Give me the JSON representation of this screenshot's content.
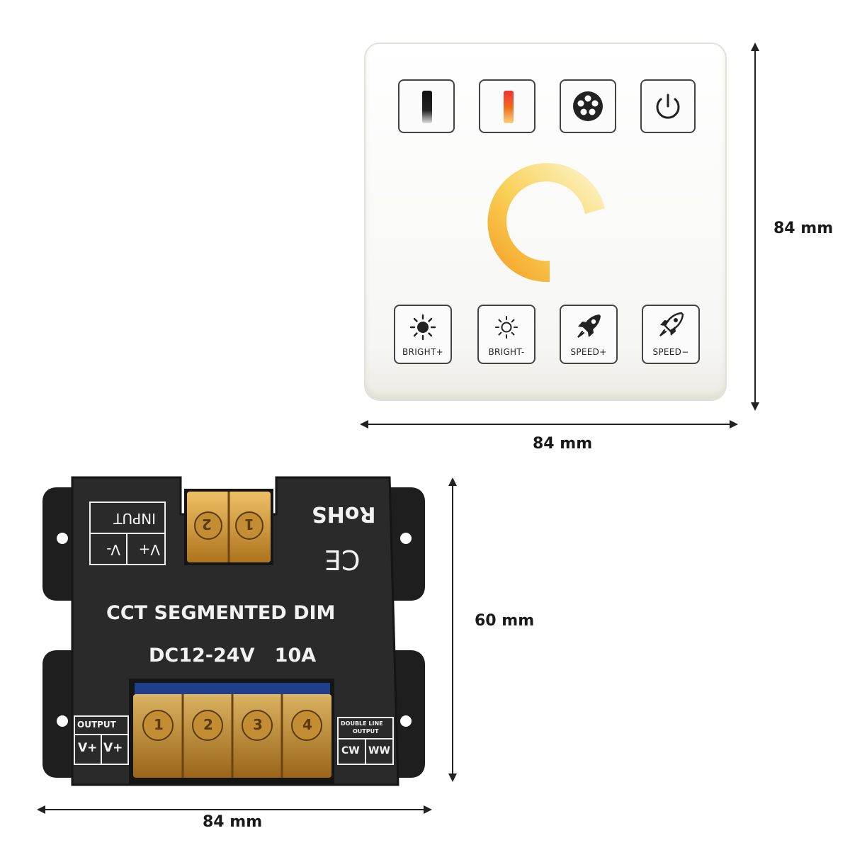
{
  "panel": {
    "top_keys": [
      {
        "name": "cct-white-icon"
      },
      {
        "name": "cct-warm-icon"
      },
      {
        "name": "mode-icon"
      },
      {
        "name": "power-icon"
      }
    ],
    "bottom_keys": [
      {
        "label": "BRIGHT+",
        "icon": "sun-large-icon"
      },
      {
        "label": "BRIGHT-",
        "icon": "sun-small-icon"
      },
      {
        "label": "SPEED+",
        "icon": "rocket-icon"
      },
      {
        "label": "SPEED−",
        "icon": "rocket-icon"
      }
    ],
    "width_label": "84 mm",
    "height_label": "84 mm"
  },
  "controller": {
    "rohs": "RoHS",
    "ce": "CE",
    "input_box": {
      "v_plus": "V+",
      "v_minus": "V-",
      "input": "INPUT"
    },
    "title": "CCT SEGMENTED DIM",
    "spec": "DC12-24V   10A",
    "output_box": {
      "title": "OUTPUT",
      "v1": "V+",
      "v2": "V+"
    },
    "double_box": {
      "line1": "DOUBLE LINE",
      "line2": "OUTPUT",
      "cw": "CW",
      "ww": "WW"
    },
    "input_terminals": [
      "2",
      "1"
    ],
    "output_terminals": [
      "1",
      "2",
      "3",
      "4"
    ],
    "width_label": "84 mm",
    "height_label": "60 mm"
  },
  "colors": {
    "ring_warm": "#f5a623",
    "ring_cool": "#fdf6e3",
    "housing": "#262626",
    "terminal": "#d9a13c"
  }
}
